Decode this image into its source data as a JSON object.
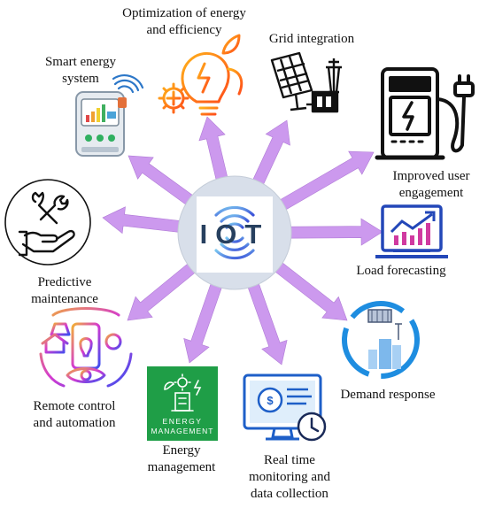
{
  "hub": {
    "title": "IOT",
    "colors": {
      "ring": "#2f6fe0",
      "text": "#27405f",
      "circle": "#d6dde8",
      "arrow": "#cc99ee"
    }
  },
  "nodes": [
    {
      "id": "optimization",
      "lines": [
        "Optimization of energy",
        "and efficiency"
      ]
    },
    {
      "id": "grid",
      "lines": [
        "Grid integration"
      ]
    },
    {
      "id": "smart",
      "lines": [
        "Smart energy",
        "system"
      ]
    },
    {
      "id": "engagement",
      "lines": [
        "Improved user",
        "engagement"
      ]
    },
    {
      "id": "predictive",
      "lines": [
        "Predictive",
        "maintenance"
      ]
    },
    {
      "id": "load",
      "lines": [
        "Load forecasting"
      ]
    },
    {
      "id": "remote",
      "lines": [
        "Remote control",
        "and automation"
      ]
    },
    {
      "id": "demand",
      "lines": [
        "Demand response"
      ]
    },
    {
      "id": "energy",
      "lines": [
        "Energy",
        "management"
      ]
    },
    {
      "id": "realtime",
      "lines": [
        "Real time",
        "monitoring and",
        "data collection"
      ]
    }
  ],
  "energy_badge": {
    "text_line1": "ENERGY",
    "text_line2": "MANAGEMENT",
    "color": "#1f9e47"
  },
  "icons": {
    "optimization": "bulb-gear-leaf-icon",
    "grid": "solar-panel-pylon-icon",
    "smart": "smart-meter-icon",
    "engagement": "ev-charger-icon",
    "predictive": "hand-tools-icon",
    "load": "growth-chart-icon",
    "remote": "smartphone-home-icon",
    "demand": "city-cycle-icon",
    "energy": "energy-management-icon",
    "realtime": "monitor-dollar-clock-icon"
  }
}
